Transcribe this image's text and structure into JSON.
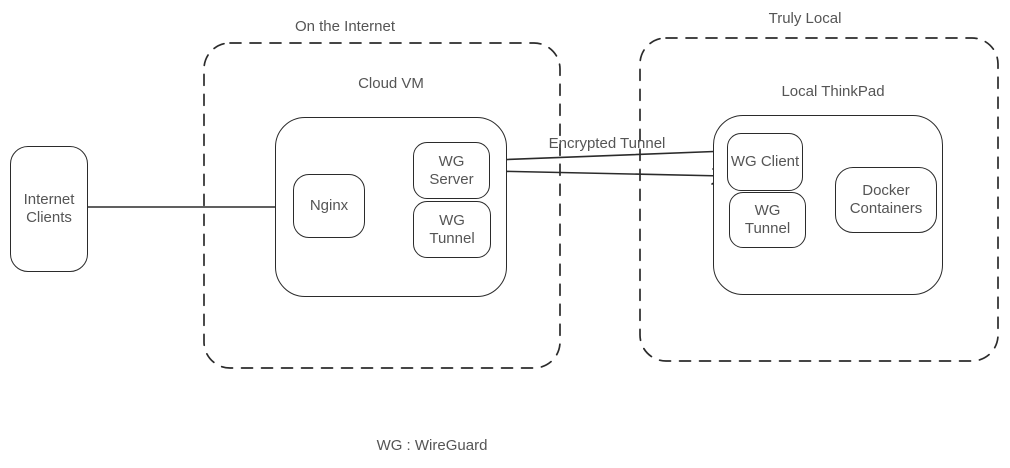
{
  "diagram": {
    "type": "architecture-diagram",
    "regions": {
      "internet": {
        "label": "On the Internet"
      },
      "local": {
        "label": "Truly Local"
      }
    },
    "machines": {
      "cloud_vm": {
        "label": "Cloud VM"
      },
      "local_thinkpad": {
        "label": "Local ThinkPad"
      }
    },
    "nodes": {
      "internet_clients": {
        "label": "Internet Clients"
      },
      "nginx": {
        "label": "Nginx"
      },
      "wg_server": {
        "label": "WG Server"
      },
      "wg_tunnel_cloud": {
        "label": "WG Tunnel"
      },
      "wg_client": {
        "label": "WG Client"
      },
      "wg_tunnel_local": {
        "label": "WG Tunnel"
      },
      "docker_containers": {
        "label": "Docker Containers"
      }
    },
    "edges": [
      {
        "from": "Internet Clients",
        "to": "Nginx"
      },
      {
        "from": "Nginx",
        "to": "WG Tunnel (Cloud VM)"
      },
      {
        "from": "WG Client",
        "to": "WG Server",
        "label": "Encrypted Tunnel"
      },
      {
        "from": "WG Server",
        "to": "WG Client",
        "label": "Encrypted Tunnel"
      },
      {
        "from": "WG Tunnel (Local ThinkPad)",
        "to": "Docker Containers"
      }
    ],
    "tunnel_label": "Encrypted Tunnel",
    "legend": "WG : WireGuard",
    "colors": {
      "stroke": "#2b2b2b",
      "text": "#555555",
      "background": "#ffffff"
    }
  }
}
